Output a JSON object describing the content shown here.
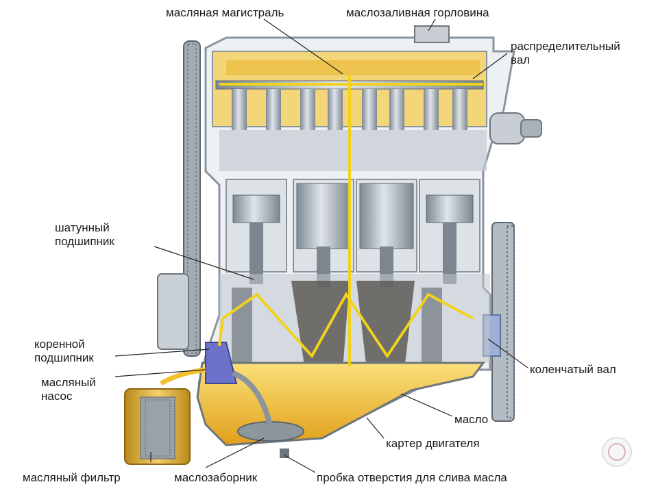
{
  "labels": {
    "oil_gallery": "масляная магистраль",
    "oil_filler_neck": "маслозаливная горловина",
    "camshaft": [
      "распределительный",
      "вал"
    ],
    "conrod_bearing": [
      "шатунный",
      "подшипник"
    ],
    "main_bearing": [
      "коренной",
      "подшипник"
    ],
    "oil_pump": [
      "масляный",
      "насос"
    ],
    "crankshaft": "коленчатый вал",
    "oil": "масло",
    "oil_pan": "картер двигателя",
    "oil_filter": "масляный фильтр",
    "oil_pickup": "маслозаборник",
    "drain_plug": "пробка отверстия для слива масла"
  },
  "colors": {
    "oil": "#f2c12e",
    "oil_dark": "#d99a12",
    "metal": "#9aa3ab",
    "metal_light": "#cfd6dc",
    "metal_dark": "#5c656d",
    "frame": "#b8c0c7",
    "pump": "#6a72c9",
    "line": "#222222"
  }
}
